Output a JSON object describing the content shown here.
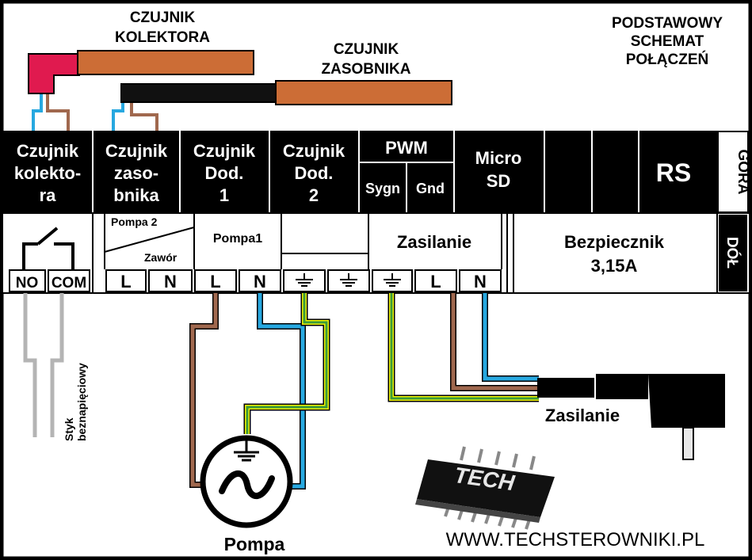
{
  "title": [
    "PODSTAWOWY",
    "SCHEMAT",
    "POŁĄCZEŃ"
  ],
  "sensors": {
    "collector": [
      "CZUJNIK",
      "KOLEKTORA"
    ],
    "tank": [
      "CZUJNIK",
      "ZASOBNIKA"
    ]
  },
  "top_terminals": {
    "czujnik_kolektora": [
      "Czujnik",
      "kolekto-",
      "ra"
    ],
    "czujnik_zasobnika": [
      "Czujnik",
      "zaso-",
      "bnika"
    ],
    "czujnik_dod1": [
      "Czujnik",
      "Dod.",
      "1"
    ],
    "czujnik_dod2": [
      "Czujnik",
      "Dod.",
      "2"
    ],
    "pwm": "PWM",
    "pwm_sygn": "Sygn",
    "pwm_gnd": "Gnd",
    "micro_sd": [
      "Micro",
      "SD"
    ],
    "rs": "RS",
    "side_top": "GÓRA"
  },
  "bottom_terminals": {
    "pompa2": "Pompa 2",
    "zawor": "Zawór",
    "pompa1": "Pompa1",
    "zasilanie": "Zasilanie",
    "bezpiecznik": [
      "Bezpiecznik",
      "3,15A"
    ],
    "side_bottom": "DÓŁ",
    "pins": [
      "NO",
      "COM",
      "L",
      "N",
      "L",
      "N",
      "L",
      "N"
    ]
  },
  "contact_label": [
    "Styk",
    "beznapięciowy"
  ],
  "pump_label": "Pompa",
  "power_label": "Zasilanie",
  "chip_logo": "TECH",
  "website": "WWW.TECHSTEROWNIKI.PL",
  "colors": {
    "brown_wire": "#a0684e",
    "blue_wire": "#27a8e0",
    "green_wire": "#3a9a3a",
    "yellow_wire": "#f2f200",
    "sensor_body": "#cc6d36",
    "collector_head": "#e01a4f",
    "gray_wire": "#b4b4b4",
    "panel": "#000000"
  }
}
